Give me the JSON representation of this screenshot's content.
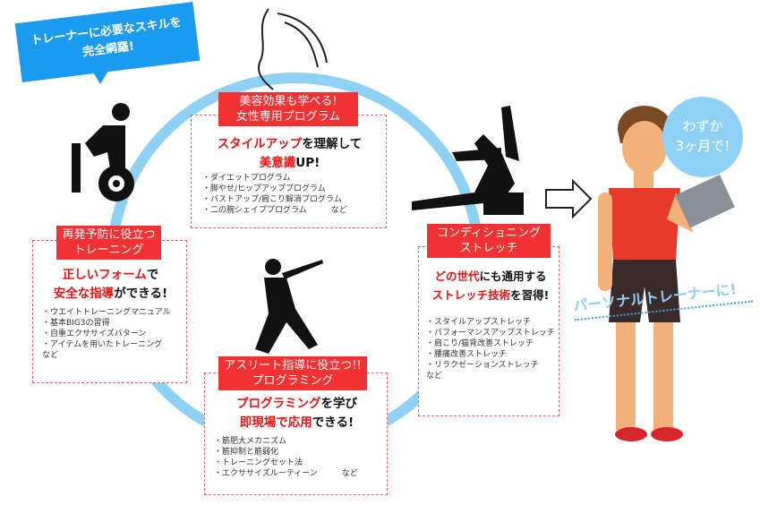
{
  "badge": {
    "line1": "トレーナーに必要なスキルを",
    "line2": "完全網羅!"
  },
  "result": {
    "circle_line1": "わずか",
    "circle_line2": "3ヶ月で!",
    "slogan": "パーソナルトレーナーに!"
  },
  "colors": {
    "ring": "#8fd0f5",
    "label": "#f23232",
    "badge": "#1a9bef",
    "accent": "#ee1111"
  },
  "sections": {
    "beauty": {
      "label1": "美容効果も学べる!",
      "label2": "女性専用プログラム",
      "head1": [
        {
          "t": "スタイルアップ",
          "c": "r"
        },
        {
          "t": "を理解して",
          "c": "k"
        }
      ],
      "head2": [
        {
          "t": "美意識",
          "c": "r"
        },
        {
          "t": "UP!",
          "c": "k"
        }
      ],
      "items": [
        "・ダイエットプログラム",
        "・脚やせ/ヒップアッププログラム",
        "・バストアップ/肩こり解消プログラム",
        "・二の腕シェイププログラム　　　など"
      ]
    },
    "prevent": {
      "label1": "再発予防に役立つ",
      "label2": "トレーニング",
      "head1": [
        {
          "t": "正しいフォーム",
          "c": "r"
        },
        {
          "t": "で",
          "c": "k"
        }
      ],
      "head2": [
        {
          "t": "安全な指導",
          "c": "r"
        },
        {
          "t": "ができる!",
          "c": "k"
        }
      ],
      "items": [
        "・ウエイトトレーニングマニュアル",
        "・基本BIG3の習得",
        "・自重エクササイズパターン",
        "・アイテムを用いたトレーニング",
        "など"
      ]
    },
    "stretch": {
      "label1": "コンディショニング",
      "label2": "ストレッチ",
      "head1": [
        {
          "t": "どの世代",
          "c": "r"
        },
        {
          "t": "にも通用する",
          "c": "k"
        }
      ],
      "head2": [
        {
          "t": "ストレッチ技術",
          "c": "r"
        },
        {
          "t": "を習得!",
          "c": "k"
        }
      ],
      "items": [
        "・スタイルアップストレッチ",
        "・パフォーマンスアップストレッチ",
        "・肩こり/猫背改善ストレッチ",
        "・腰痛改善ストレッチ",
        "・リラクゼーションストレッチ",
        "など"
      ]
    },
    "athlete": {
      "label1": "アスリート指導に役立つ!!",
      "label2": "プログラミング",
      "head1": [
        {
          "t": "プログラミング",
          "c": "r"
        },
        {
          "t": "を学び",
          "c": "k"
        }
      ],
      "head2": [
        {
          "t": "即現場で応用",
          "c": "r"
        },
        {
          "t": "できる!",
          "c": "k"
        }
      ],
      "items": [
        "・筋肥大メカニズム",
        "・筋抑制と筋弱化",
        "・トレーニングセット法",
        "・エクササイズルーティーン　　　など"
      ]
    }
  }
}
